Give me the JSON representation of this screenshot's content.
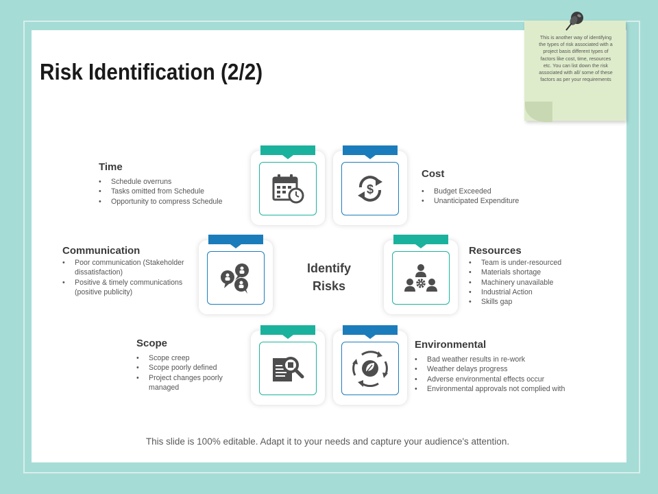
{
  "title": "Risk Identification (2/2)",
  "note": {
    "text": "This is another way of identifying the types of risk associated with a project basis different types of factors like cost, time, resources etc. You can list down the risk associated with all/ some of these factors as per your requirements"
  },
  "center": {
    "line1": "Identify",
    "line2": "Risks"
  },
  "categories": {
    "time": {
      "title": "Time",
      "items": [
        "Schedule overruns",
        "Tasks omitted from Schedule",
        "Opportunity to compress Schedule"
      ]
    },
    "cost": {
      "title": "Cost",
      "items": [
        "Budget Exceeded",
        "Unanticipated Expenditure"
      ]
    },
    "communication": {
      "title": "Communication",
      "items": [
        "Poor communication (Stakeholder dissatisfaction)",
        "Positive & timely communications (positive publicity)"
      ]
    },
    "resources": {
      "title": "Resources",
      "items": [
        "Team is under-resourced",
        "Materials shortage",
        "Machinery unavailable",
        "Industrial Action",
        "Skills gap"
      ]
    },
    "scope": {
      "title": "Scope",
      "items": [
        "Scope creep",
        "Scope poorly defined",
        "Project changes poorly managed"
      ]
    },
    "environmental": {
      "title": "Environmental",
      "items": [
        "Bad weather results in re-work",
        "Weather delays progress",
        "Adverse environmental effects occur",
        "Environmental approvals not complied with"
      ]
    }
  },
  "footer": "This slide is 100% editable. Adapt it to your needs and capture your audience's attention.",
  "colors": {
    "teal": "#1bb29d",
    "blue": "#1b7cbb",
    "icon": "#4d4d4d",
    "background": "#a6dcd6",
    "note": "#dfeccb"
  }
}
